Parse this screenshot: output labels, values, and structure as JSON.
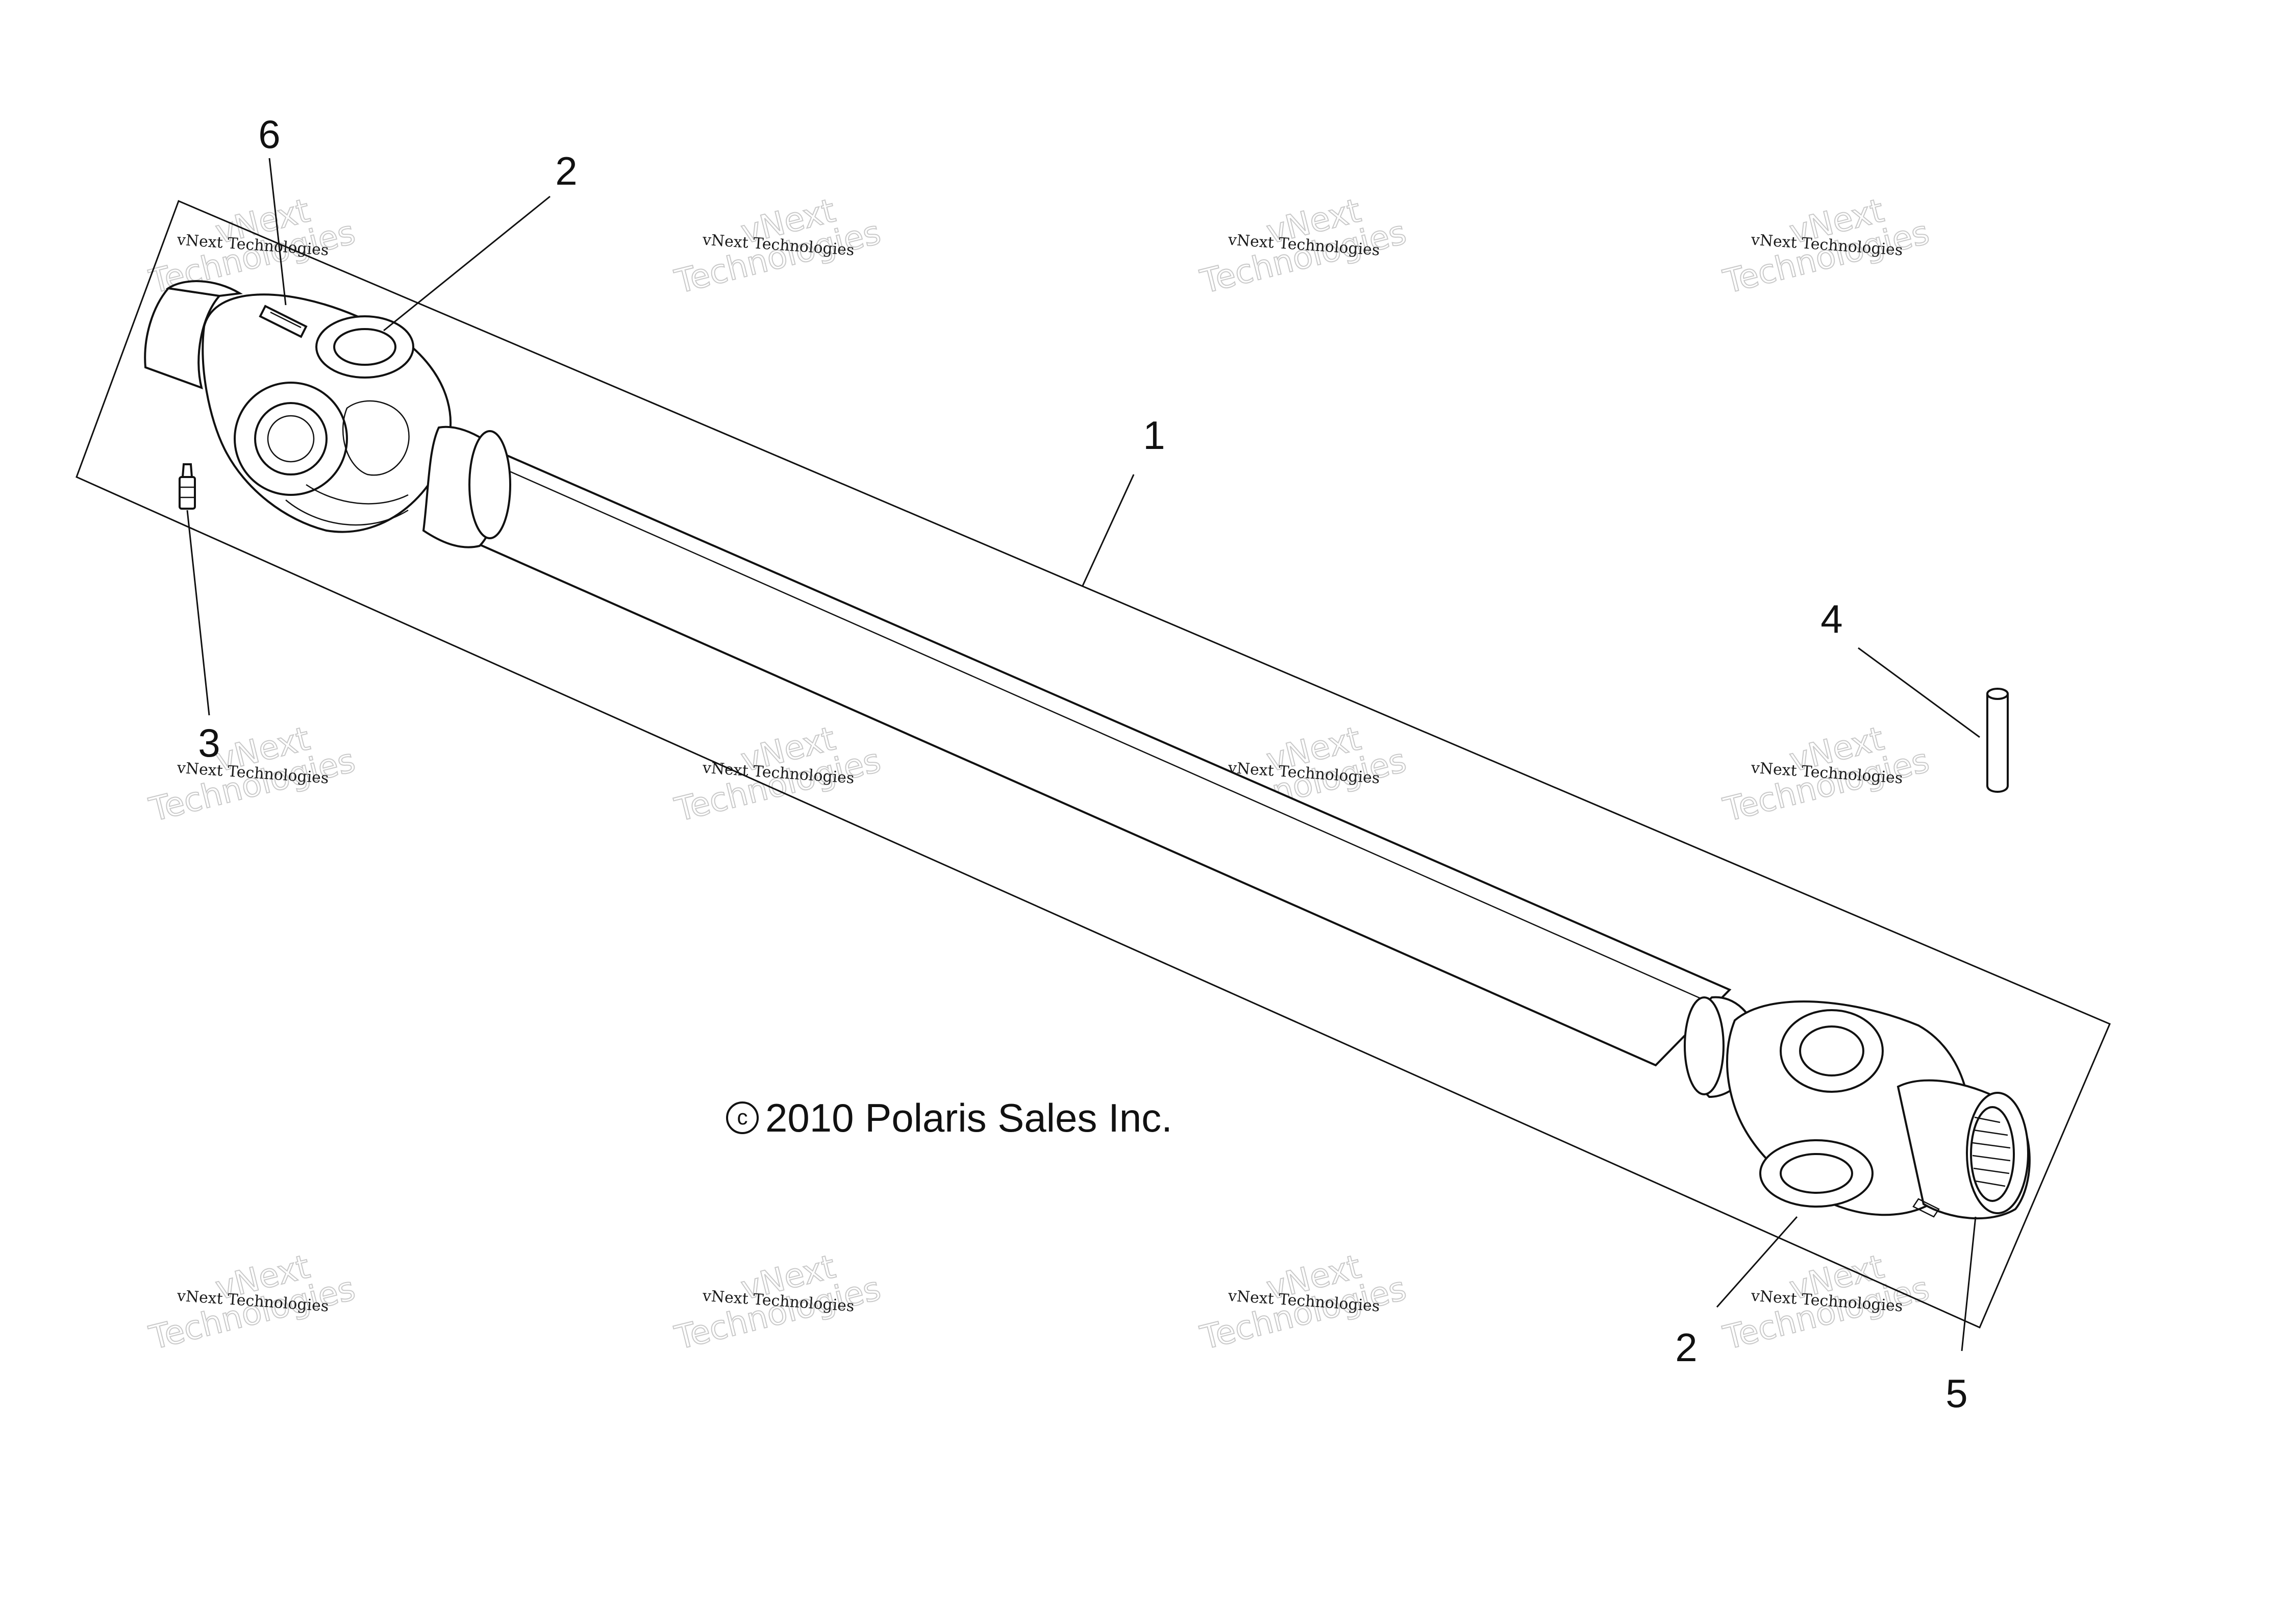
{
  "callouts": [
    {
      "id": "shaft",
      "label": "1"
    },
    {
      "id": "ujoint-top",
      "label": "2"
    },
    {
      "id": "ujoint-bottom",
      "label": "2"
    },
    {
      "id": "grease-fitting",
      "label": "3"
    },
    {
      "id": "pin",
      "label": "4"
    },
    {
      "id": "splined-yoke",
      "label": "5"
    },
    {
      "id": "clip",
      "label": "6"
    }
  ],
  "copyright": {
    "symbol": "c",
    "text": "2010 Polaris Sales Inc."
  },
  "watermark": {
    "line_small": "vNext Technologies",
    "line_large_1": "vNext",
    "line_large_2": "Technologies"
  },
  "colors": {
    "line": "#111111",
    "watermark_outline": "#c9c9c9",
    "background": "#ffffff"
  }
}
